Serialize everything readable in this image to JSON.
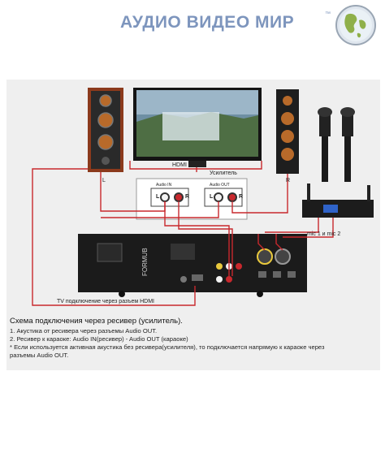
{
  "header": {
    "brand_name": "АУДИО ВИДЕО МИР",
    "brand_tm": "™",
    "logo_icon": "globe-icon"
  },
  "diagram": {
    "hdmi_label": "HDMI",
    "amplifier_label": "Усилитель",
    "speaker_left_label": "L",
    "speaker_right_label": "R",
    "audio_in_label": "Audio IN",
    "audio_out_label": "Audio OUT",
    "jack_l": "L",
    "jack_r": "R",
    "mic_label": "mic 1 и mic 2",
    "tv_connection_label": "TV подключение через разъем HDMI",
    "device_brand": "FORMUB",
    "colors": {
      "wire_red": "#c8282d",
      "background": "#efefef",
      "device_body": "#1b1b1b",
      "speaker_wood": "#8b3a1c"
    }
  },
  "caption": {
    "title": "Схема подключения через ресивер (усилитель).",
    "line1": "1. Акустика от ресивера через разъемы Audio OUT.",
    "line2": "2. Ресивер к караоке: Audio IN(ресивер) - Audio OUT (караоке)",
    "line3": "* Если используется активная акустика без ресивера(усилителя), то подключается напрямую к караоке через",
    "line4": "разъемы Audio OUT."
  }
}
